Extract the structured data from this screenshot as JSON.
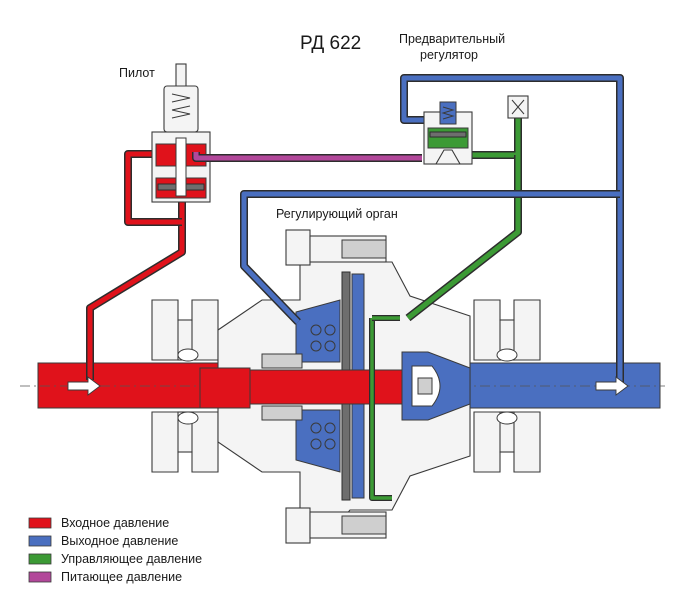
{
  "title": "РД 622",
  "labels": {
    "pilot": "Пилот",
    "pre_regulator_line1": "Предварительный",
    "pre_regulator_line2": "регулятор",
    "regulating_element": "Регулирующий орган"
  },
  "legend": [
    {
      "label": "Входное давление",
      "color": "#e0121b"
    },
    {
      "label": "Выходное давление",
      "color": "#4a6fc0"
    },
    {
      "label": "Управляющее давление",
      "color": "#3c9a35"
    },
    {
      "label": "Питающее давление",
      "color": "#b2479a"
    }
  ],
  "colors": {
    "inlet": "#e0121b",
    "outlet": "#4a6fc0",
    "control": "#3c9a35",
    "supply": "#b2479a",
    "outline": "#3a3a3a"
  }
}
